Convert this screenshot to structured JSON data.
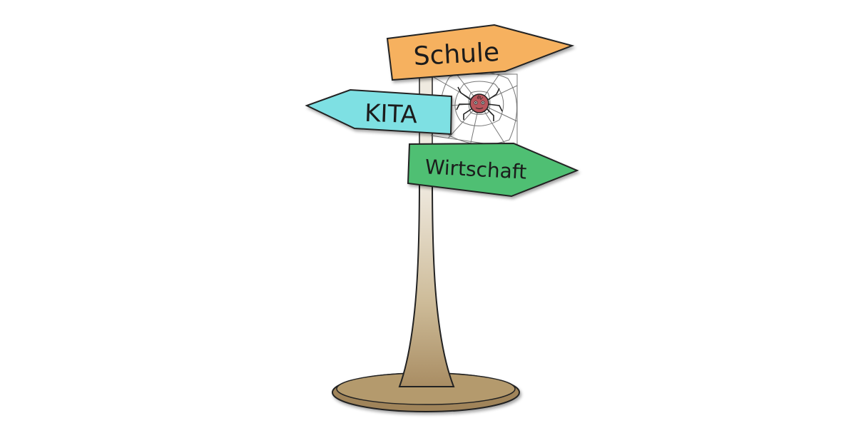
{
  "signs": {
    "schule": {
      "label": "Schule",
      "color": "#f6b15f"
    },
    "kita": {
      "label": "KITA",
      "color": "#7ee0e3"
    },
    "wirtschaft": {
      "label": "Wirtschaft",
      "color": "#4fbf73"
    }
  },
  "spider": {
    "initials": "BV",
    "color": "#b8555c"
  },
  "post": {
    "color": "#b9a683"
  },
  "base": {
    "color": "#b49a6d"
  }
}
